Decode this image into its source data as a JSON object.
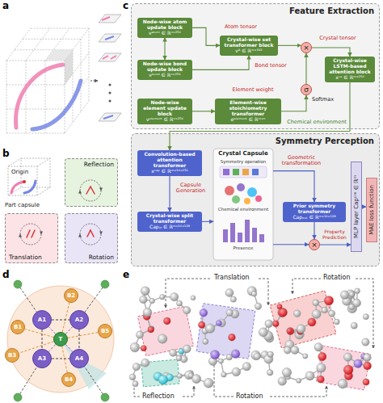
{
  "diagram": {
    "nodes": [
      {
        "text": [
          "Feature Extraction"
        ]
      },
      {
        "text": [
          "Node-wise atom update block",
          "νᵃᵗᵒᵐ ∈ ℝⁿˣ²⁵⁶"
        ],
        "in": 0
      },
      {
        "text": [
          "Crystal-wise set transformer block",
          "νᴬ ∈ ℝᵐˣ¹⁹²"
        ],
        "in": 0
      },
      {
        "text": [
          "Node-wise bond update block",
          "νᵇᵒⁿᵈ ∈ ℝⁿˣ²⁵⁶"
        ],
        "in": 0
      },
      {
        "text": [
          "×"
        ],
        "in": 0
      },
      {
        "text": [
          "σ"
        ],
        "in": 0
      },
      {
        "text": [
          "Node-wise element update block",
          "νᵉˡᵉᵐᵉⁿᵗ ∈ ℝⁿˣ²⁵⁶"
        ],
        "in": 0
      },
      {
        "text": [
          "Element-wise stoichiometry transformer",
          "σᵉˡᵉᵐᵉⁿᵗ ∈ ℝᵐˣⁿ"
        ],
        "in": 0
      },
      {
        "text": [
          "Crystal-wise LSTM-based attention block",
          "xᶜᵉ ∈ ℝᵐˣ²⁵⁶"
        ],
        "in": 0
      },
      {
        "text": [
          "Symmetry Perception"
        ]
      },
      {
        "text": [
          "Convolution-based attention transformer",
          "xᶜᵃᵖ ∈ ℝᵐˣ¹⁶ˣ²⁵⁶"
        ],
        "in": 9
      },
      {
        "text": [
          "Crystal-wise split transformer",
          "Capᵢₙ ∈ ℝᵐˣ¹⁶ˣ¹²⁸"
        ],
        "in": 9
      },
      {
        "text": [
          "Crystal Capsule"
        ],
        "in": 9
      },
      {
        "text": [
          "Prior symmetry transformer",
          "Capₒᵤₜ ∈ ℝᵐˣ¹⁶ˣ¹²⁸"
        ],
        "in": 9
      },
      {
        "text": [
          "×"
        ],
        "in": 9
      },
      {
        "text": [
          "MLP layer Capᵖʳᵉ ∈ ℝᵐ"
        ],
        "in": 9
      },
      {
        "text": [
          "MAE loss function"
        ],
        "in": 9
      },
      {
        "text": [
          "Reflection"
        ]
      },
      {
        "text": [
          "Translation"
        ]
      },
      {
        "text": [
          "Rotation"
        ]
      },
      {
        "text": [
          "B2"
        ]
      },
      {
        "text": [
          "A1"
        ]
      },
      {
        "text": [
          "A2"
        ]
      },
      {
        "text": [
          "B1"
        ]
      },
      {
        "text": [
          "T"
        ]
      },
      {
        "text": [
          "B5"
        ]
      },
      {
        "text": [
          "A3"
        ]
      },
      {
        "text": [
          "A4"
        ]
      },
      {
        "text": [
          "B3"
        ]
      },
      {
        "text": [
          "B4"
        ]
      }
    ],
    "edges": [
      {
        "from": 1,
        "to": 3,
        "arrow": "both"
      },
      {
        "from": 1,
        "to": 2,
        "arrow": "to",
        "label": "Atom tensor"
      },
      {
        "from": 3,
        "to": 2,
        "arrow": "to",
        "label": "Bond tensor"
      },
      {
        "from": 2,
        "to": 4,
        "arrow": "to"
      },
      {
        "from": 6,
        "to": 7,
        "arrow": "to"
      },
      {
        "from": 7,
        "to": 5,
        "arrow": "to",
        "label": "Element weight"
      },
      {
        "from": 5,
        "to": 4,
        "arrow": "to"
      },
      {
        "from": 4,
        "to": 8,
        "arrow": "to",
        "label": "Crystal tensor"
      },
      {
        "from": 8,
        "to": 10,
        "arrow": "to",
        "label": "Chemical environment"
      },
      {
        "from": 10,
        "to": 11,
        "arrow": "to",
        "label": "Capsule Generation"
      },
      {
        "from": 11,
        "to": 12,
        "arrow": "to"
      },
      {
        "from": 12,
        "to": 13,
        "arrow": "to",
        "label": "Geometric transformation"
      },
      {
        "from": 13,
        "to": 14,
        "arrow": "to"
      },
      {
        "from": 12,
        "to": 14,
        "arrow": "to"
      },
      {
        "from": 14,
        "to": 15,
        "arrow": "to",
        "label": "Property Prediction"
      },
      {
        "from": 15,
        "to": 16,
        "arrow": "to"
      },
      {
        "from": 24,
        "to": 21,
        "arrow": "none"
      },
      {
        "from": 24,
        "to": 22,
        "arrow": "none"
      },
      {
        "from": 24,
        "to": 26,
        "arrow": "none"
      },
      {
        "from": 24,
        "to": 27,
        "arrow": "none"
      },
      {
        "from": 24,
        "to": 23,
        "arrow": "none"
      },
      {
        "from": 24,
        "to": 20,
        "arrow": "none"
      },
      {
        "from": 24,
        "to": 28,
        "arrow": "none"
      },
      {
        "from": 24,
        "to": 29,
        "arrow": "none"
      },
      {
        "from": 24,
        "to": 25,
        "arrow": "none"
      },
      {
        "from": 21,
        "to": 22,
        "arrow": "none"
      },
      {
        "from": 21,
        "to": 26,
        "arrow": "none"
      },
      {
        "from": 22,
        "to": 27,
        "arrow": "none"
      },
      {
        "from": 26,
        "to": 27,
        "arrow": "none"
      }
    ],
    "labels": [
      "a",
      "b",
      "c",
      "d",
      "e",
      "Origin",
      "Part capsule",
      "Softmax",
      "Symmetry operation",
      "Chemical environment",
      "Presence",
      "Translation",
      "Rotation",
      "Reflection",
      "Rotation"
    ]
  }
}
